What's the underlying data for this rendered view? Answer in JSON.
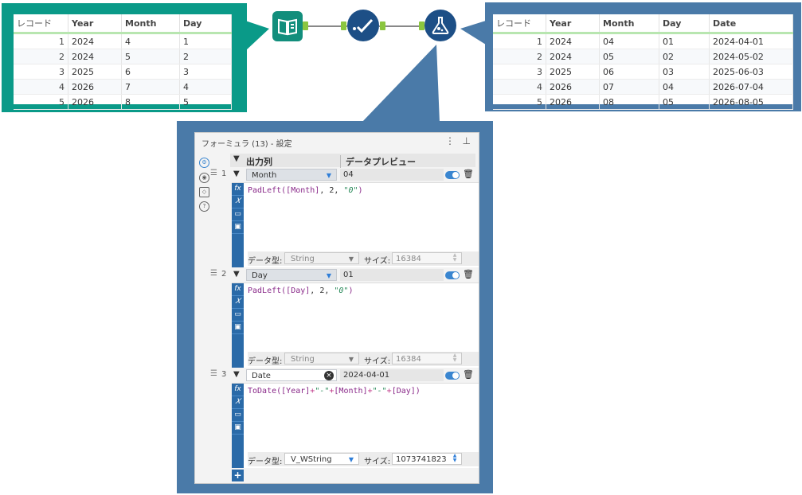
{
  "input_table": {
    "headers": [
      "レコード",
      "Year",
      "Month",
      "Day"
    ],
    "rows": [
      [
        "1",
        "2024",
        "4",
        "1"
      ],
      [
        "2",
        "2024",
        "5",
        "2"
      ],
      [
        "3",
        "2025",
        "6",
        "3"
      ],
      [
        "4",
        "2026",
        "7",
        "4"
      ],
      [
        "5",
        "2026",
        "8",
        "5"
      ]
    ]
  },
  "output_table": {
    "headers": [
      "レコード",
      "Year",
      "Month",
      "Day",
      "Date"
    ],
    "rows": [
      [
        "1",
        "2024",
        "04",
        "01",
        "2024-04-01"
      ],
      [
        "2",
        "2024",
        "05",
        "02",
        "2024-05-02"
      ],
      [
        "3",
        "2025",
        "06",
        "03",
        "2025-06-03"
      ],
      [
        "4",
        "2026",
        "07",
        "04",
        "2026-07-04"
      ],
      [
        "5",
        "2026",
        "08",
        "05",
        "2026-08-05"
      ]
    ]
  },
  "workflow": {
    "tools": [
      {
        "name": "input-data-tool",
        "icon": "book-icon"
      },
      {
        "name": "select-tool",
        "icon": "checkmark-icon"
      },
      {
        "name": "formula-tool",
        "icon": "flask-icon"
      }
    ],
    "colors": {
      "input": "#128e7c",
      "tool": "#1d4f86",
      "anchor": "#8bc63f"
    }
  },
  "panel": {
    "title": "フォーミュラ (13) - 設定",
    "header_output": "出力列",
    "header_preview": "データプレビュー",
    "type_label": "データ型:",
    "size_label": "サイズ:",
    "rows": [
      {
        "num": "1",
        "field": "Month",
        "preview": "04",
        "expr_fn": "PadLeft(",
        "expr_field": "[Month]",
        "expr_rest": ", 2, ",
        "expr_str": "\"0\"",
        "expr_end": ")",
        "type": "String",
        "size": "16384"
      },
      {
        "num": "2",
        "field": "Day",
        "preview": "01",
        "expr_fn": "PadLeft(",
        "expr_field": "[Day]",
        "expr_rest": ", 2, ",
        "expr_str": "\"0\"",
        "expr_end": ")",
        "type": "String",
        "size": "16384"
      },
      {
        "num": "3",
        "field": "Date",
        "preview": "2024-04-01",
        "type": "V_WString",
        "size": "1073741823"
      }
    ],
    "expr3": {
      "fn": "ToDate(",
      "f1": "[Year]",
      "p": "+",
      "s": "\"-\"",
      "f2": "[Month]",
      "f3": "[Day]",
      "end": ")"
    }
  }
}
